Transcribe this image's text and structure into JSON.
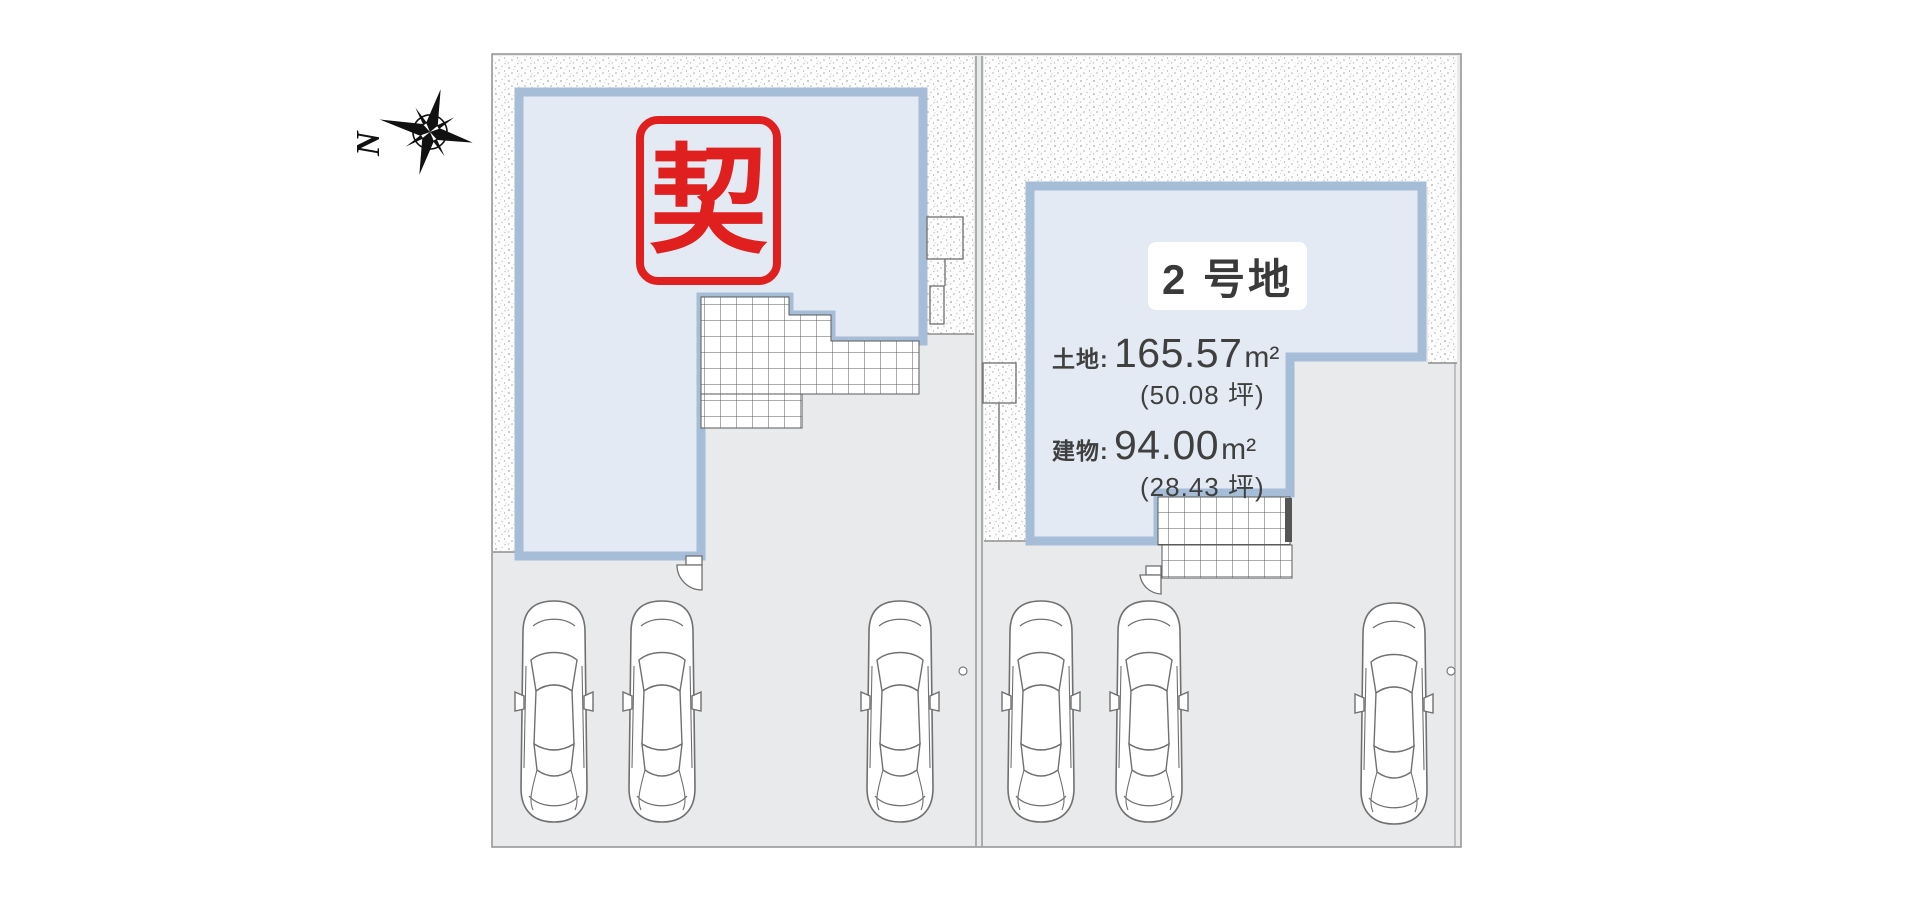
{
  "compass": {
    "north_label": "N"
  },
  "stamp": {
    "text": "契"
  },
  "lot2": {
    "title": "2 号地",
    "land_label": "土地:",
    "land_value": "165.57",
    "land_unit": "m²",
    "land_tsubo": "(50.08 坪)",
    "building_label": "建物:",
    "building_value": "94.00",
    "building_unit": "m²",
    "building_tsubo": "(28.43 坪)"
  },
  "colors": {
    "stamp_red": "#e0201f",
    "lot_fill": "#e3eaf4",
    "lot_border": "#a5bdd7",
    "ground_gray": "#e8eaec",
    "text_dark": "#3f3f3f"
  }
}
